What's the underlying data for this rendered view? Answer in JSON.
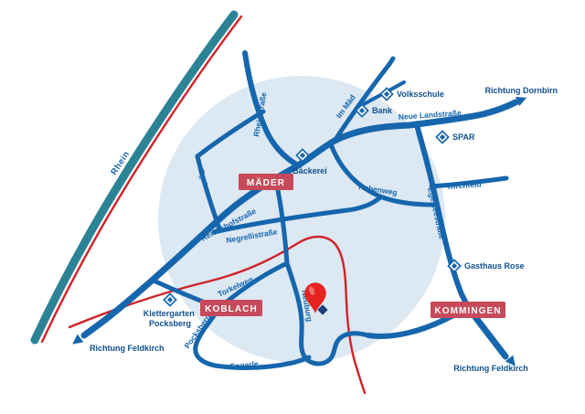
{
  "map": {
    "colors": {
      "road": "#1666ad",
      "river": "#2d8396",
      "red": "#d2232a",
      "town_box": "#c64a5a",
      "pin": "#e52320",
      "pin_base": "#1b3f77",
      "background_circle": "#dce8f2",
      "street_text": "#1666ad",
      "poi_text": "#11508e"
    },
    "river": {
      "label": "Rhein"
    },
    "towns": [
      {
        "label": "MÄDER"
      },
      {
        "label": "KOBLACH"
      },
      {
        "label": "KOMMINGEN"
      }
    ],
    "streets": [
      "Rheinstraße",
      "Im Mäd",
      "Neue Landstraße",
      "Kirchfeld",
      "Rebenweg",
      "Egeten",
      "Reichshofstraße",
      "Negrellistraße",
      "Egelseestraße",
      "Torkelweg",
      "Neuburg",
      "Pocksberg",
      "Engerle"
    ],
    "pois": [
      {
        "label": "Volksschule"
      },
      {
        "label": "Bank"
      },
      {
        "label": "SPAR"
      },
      {
        "label": "Bäckerei"
      },
      {
        "label": "Gasthaus Rose"
      },
      {
        "label": "Klettergarten Pocksberg",
        "lines": [
          "Klettergarten",
          "Pocksberg"
        ]
      }
    ],
    "directions": [
      {
        "label": "Richtung Dornbirn"
      },
      {
        "label": "Richtung Feldkirch"
      },
      {
        "label": "Richtung Feldkirch"
      }
    ]
  }
}
